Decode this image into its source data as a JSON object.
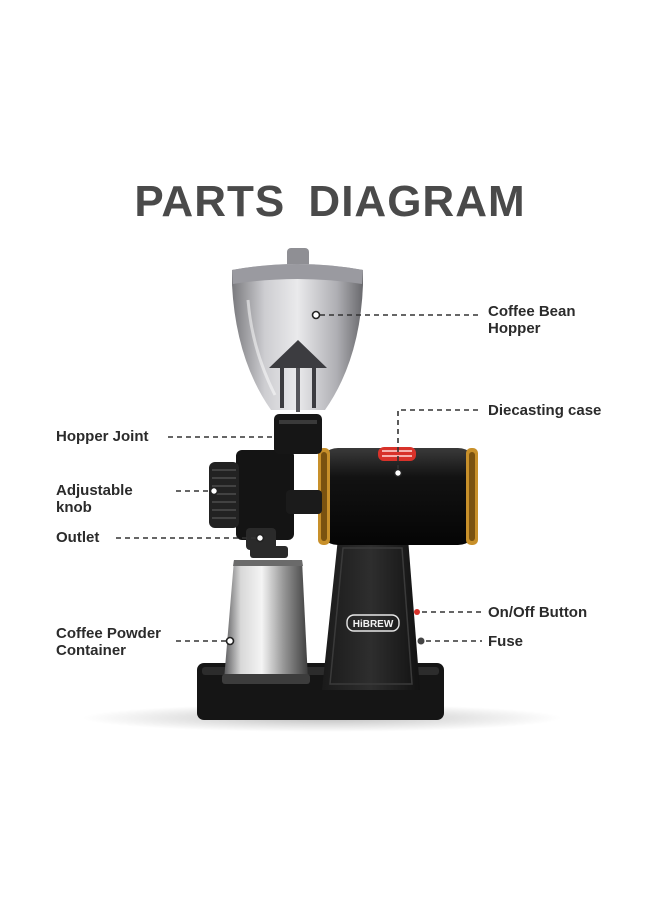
{
  "title": "PARTS  DIAGRAM",
  "brand_badge": "HiBREW",
  "parts": [
    {
      "id": "coffee-bean-hopper",
      "lines": [
        "Coffee Bean",
        "Hopper"
      ]
    },
    {
      "id": "diecasting-case",
      "lines": [
        "Diecasting case"
      ]
    },
    {
      "id": "hopper-joint",
      "lines": [
        "Hopper Joint"
      ]
    },
    {
      "id": "adjustable-knob",
      "lines": [
        "Adjustable",
        "knob"
      ]
    },
    {
      "id": "outlet",
      "lines": [
        "Outlet"
      ]
    },
    {
      "id": "on-off-button",
      "lines": [
        "On/Off Button"
      ]
    },
    {
      "id": "fuse",
      "lines": [
        "Fuse"
      ]
    },
    {
      "id": "coffee-powder-container",
      "lines": [
        "Coffee Powder",
        "Container"
      ]
    }
  ],
  "colors": {
    "title": "#4a4a4a",
    "label": "#2b2b2b",
    "body": "#1c1c1c",
    "gold_trim": "#c8902a",
    "red_accent": "#d8322a"
  }
}
